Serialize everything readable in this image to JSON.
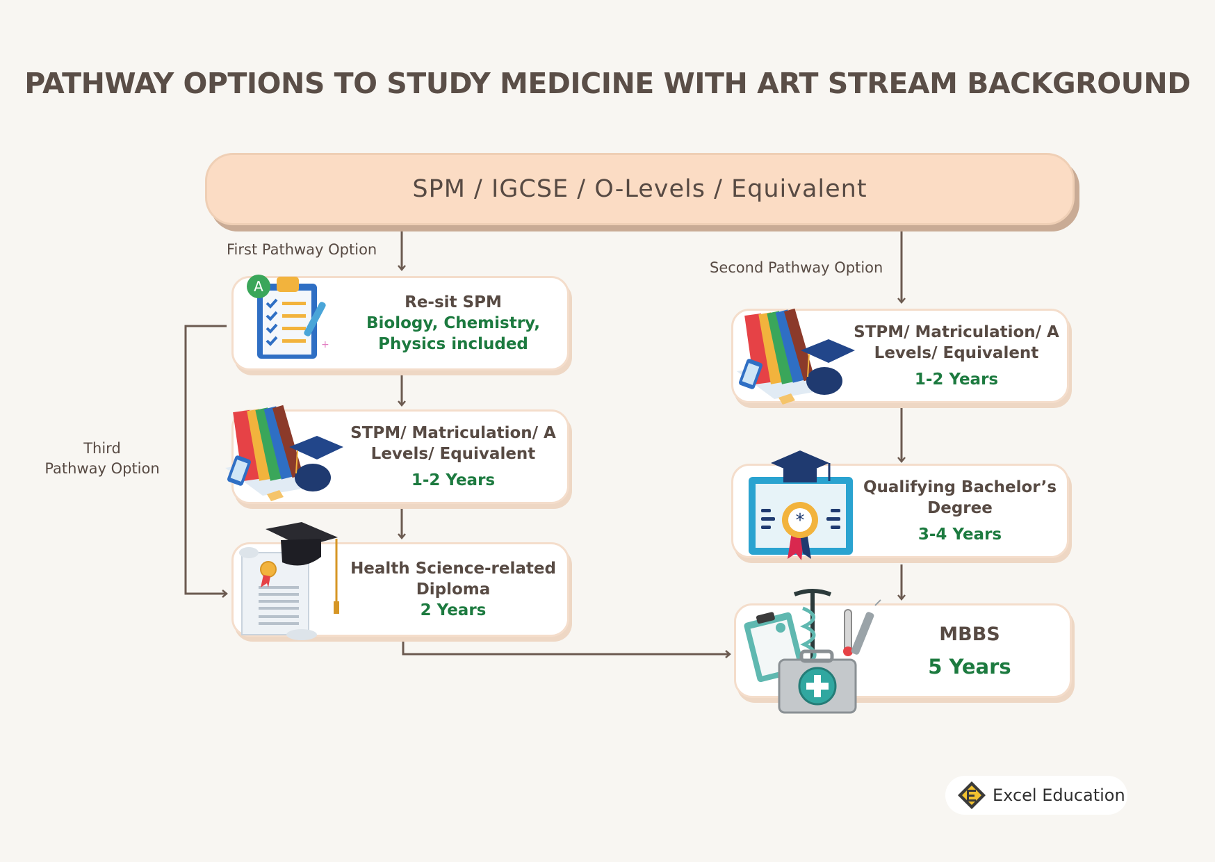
{
  "title": "PATHWAY OPTIONS TO STUDY MEDICINE WITH ART STREAM BACKGROUND",
  "banner": "SPM / IGCSE / O-Levels / Equivalent",
  "labels": {
    "first": "First Pathway Option",
    "second": "Second Pathway Option",
    "third_line1": "Third",
    "third_line2": "Pathway Option"
  },
  "left": {
    "resit": {
      "title": "Re-sit SPM",
      "line1": "Biology, Chemistry,",
      "line2": "Physics included",
      "icon": "clipboard-checklist-icon"
    },
    "stpm": {
      "line1": "STPM/ Matriculation/ A",
      "line2": "Levels/ Equivalent",
      "years": "1-2 Years",
      "icon": "books-graduation-cap-icon"
    },
    "diploma": {
      "line1": "Health Science-related",
      "line2": "Diploma",
      "years": "2 Years",
      "icon": "diploma-scroll-icon"
    }
  },
  "right": {
    "stpm": {
      "line1": "STPM/ Matriculation/ A",
      "line2": "Levels/ Equivalent",
      "years": "1-2 Years",
      "icon": "books-graduation-cap-icon"
    },
    "bachelor": {
      "line1": "Qualifying Bachelor’s",
      "line2": "Degree",
      "years": "3-4 Years",
      "icon": "degree-certificate-icon"
    },
    "mbbs": {
      "title": "MBBS",
      "years": "5 Years",
      "icon": "medical-kit-caduceus-icon"
    }
  },
  "logo": {
    "text": "Excel Education",
    "icon": "excel-education-logo-icon"
  },
  "colors": {
    "background": "#f8f6f2",
    "banner": "#fbdcc4",
    "green": "#1c7a3f",
    "text": "#574a43",
    "arrow": "#6b5a50"
  }
}
